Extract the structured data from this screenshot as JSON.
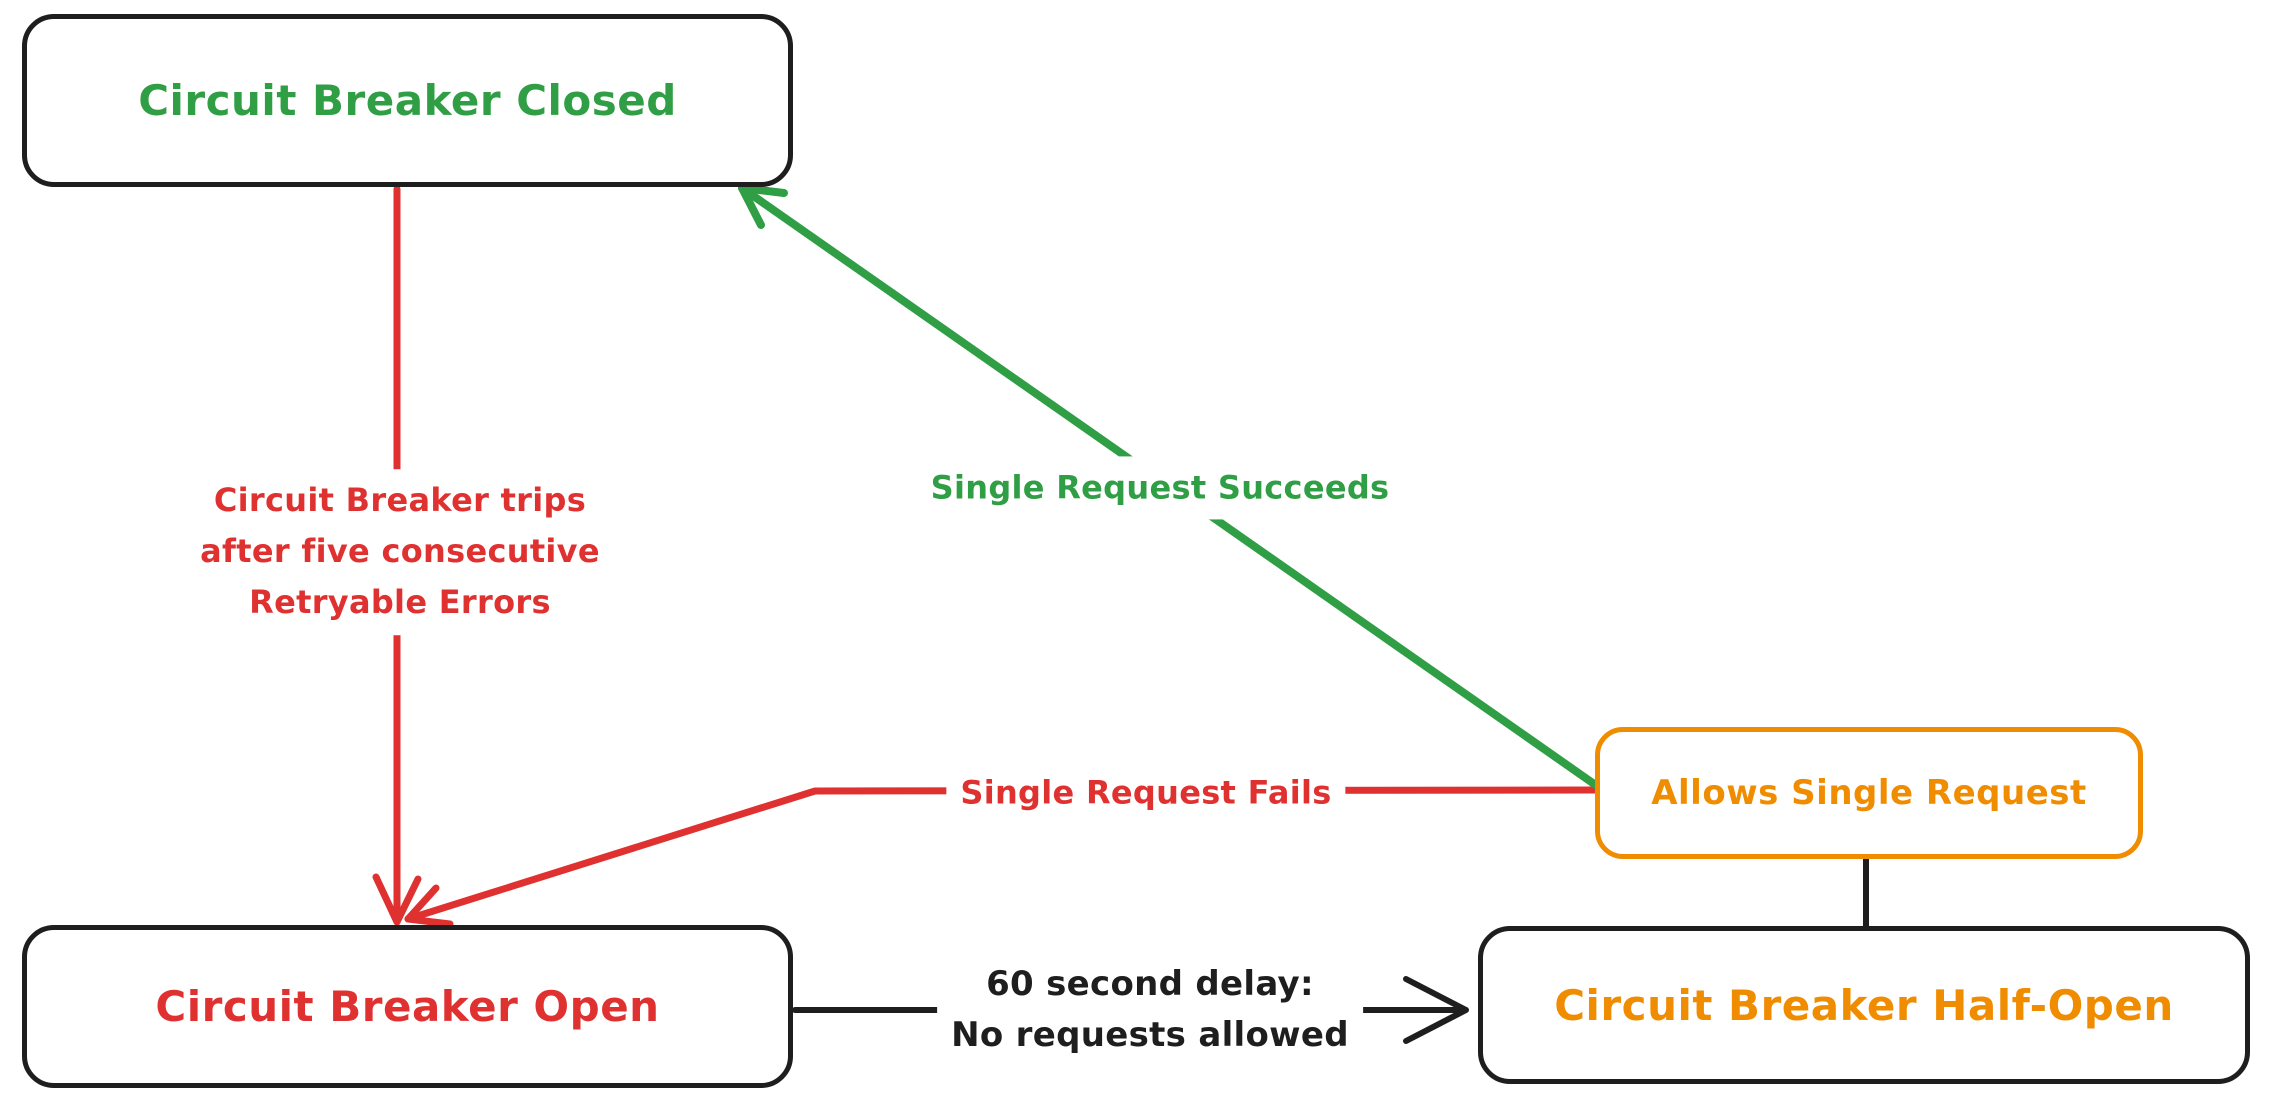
{
  "diagram_type": "state-diagram",
  "states": {
    "closed": {
      "label": "Circuit Breaker Closed",
      "text_color": "#2f9e44",
      "border_color": "#1e1e1e"
    },
    "open": {
      "label": "Circuit Breaker Open",
      "text_color": "#e03131",
      "border_color": "#1e1e1e"
    },
    "half_open": {
      "label": "Circuit Breaker Half-Open",
      "text_color": "#f08c00",
      "border_color": "#1e1e1e"
    },
    "allows_single_request": {
      "label": "Allows Single Request",
      "text_color": "#f08c00",
      "border_color": "#f08c00"
    }
  },
  "transitions": {
    "trip": {
      "from": "closed",
      "to": "open",
      "lines": [
        "Circuit Breaker trips",
        "after five consecutive",
        "Retryable Errors"
      ],
      "color": "#e03131"
    },
    "single_request_succeeds": {
      "from": "allows_single_request",
      "to": "closed",
      "label": "Single Request Succeeds",
      "color": "#2f9e44"
    },
    "single_request_fails": {
      "from": "allows_single_request",
      "to": "open",
      "label": "Single Request Fails",
      "color": "#e03131"
    },
    "delay": {
      "from": "open",
      "to": "half_open",
      "lines": [
        "60 second delay:",
        "No requests allowed"
      ],
      "color": "#1e1e1e"
    },
    "allows_connector": {
      "from": "allows_single_request",
      "to": "half_open",
      "color": "#1e1e1e"
    }
  }
}
